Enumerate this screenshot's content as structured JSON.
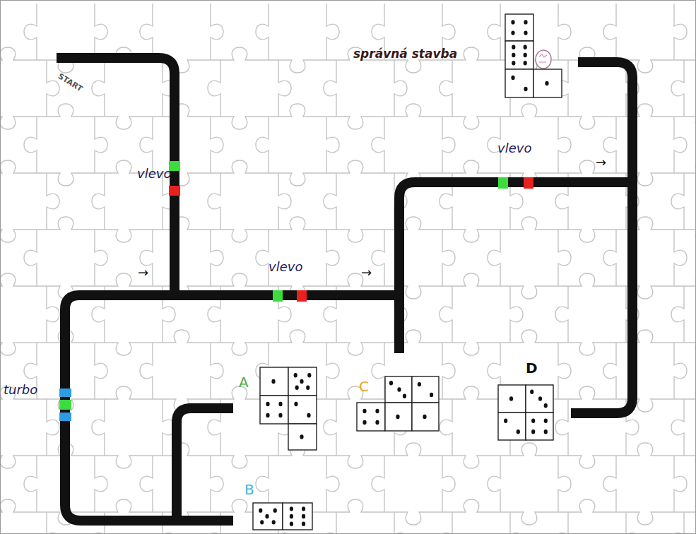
{
  "diagram": {
    "nodes": [
      {
        "text": [
          "správná stavba"
        ]
      },
      {
        "text": [
          "A"
        ]
      },
      {
        "text": [
          "C"
        ]
      },
      {
        "text": [
          "D"
        ]
      },
      {
        "text": [
          "B"
        ]
      }
    ],
    "labels": [
      "START",
      "vlevo",
      "vlevo",
      "vlevo",
      "turbo",
      "→",
      "→",
      "→"
    ]
  }
}
